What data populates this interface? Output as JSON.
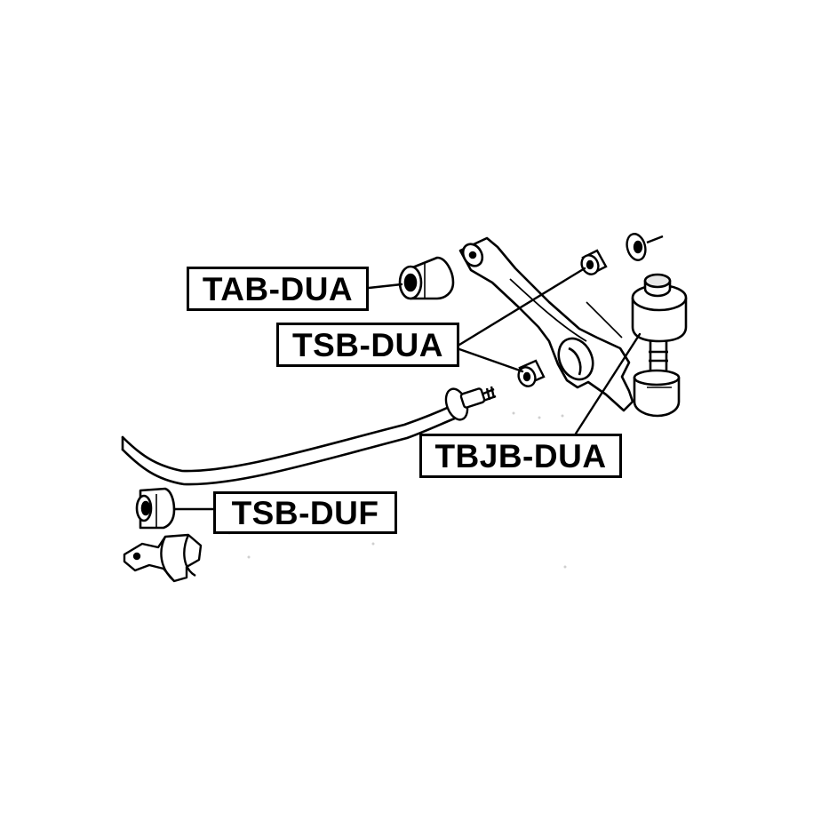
{
  "labels": {
    "tab_dua": "TAB-DUA",
    "tsb_dua": "TSB-DUA",
    "tbjb_dua": "TBJB-DUA",
    "tsb_duf": "TSB-DUF"
  },
  "colors": {
    "line": "#000000",
    "background": "#ffffff",
    "shade": "#d0d0d0"
  }
}
